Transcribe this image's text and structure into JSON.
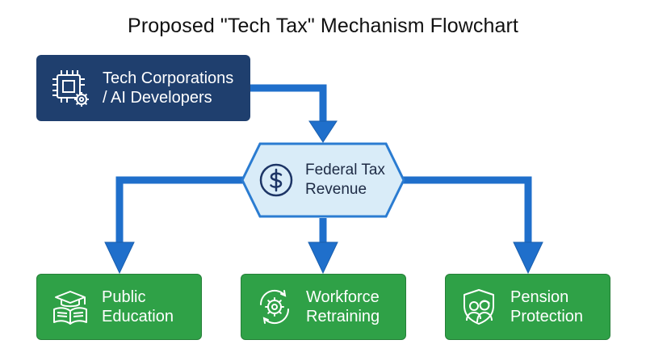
{
  "title": "Proposed \"Tech Tax\" Mechanism Flowchart",
  "source": {
    "line1": "Tech Corporations",
    "line2": "/ AI Developers",
    "icon": "chip-gear-icon"
  },
  "hub": {
    "line1": "Federal Tax",
    "line2": "Revenue",
    "icon": "dollar-icon"
  },
  "outcomes": [
    {
      "line1": "Public",
      "line2": "Education",
      "icon": "graduation-book-icon"
    },
    {
      "line1": "Workforce",
      "line2": "Retraining",
      "icon": "gear-cycle-icon"
    },
    {
      "line1": "Pension",
      "line2": "Protection",
      "icon": "shield-elders-icon"
    }
  ],
  "colors": {
    "source_fill": "#1f3f6e",
    "hub_fill": "#d9ecf8",
    "hub_border": "#2b7cd1",
    "arrow": "#1f6fcb",
    "outcome_fill": "#2fa147"
  }
}
